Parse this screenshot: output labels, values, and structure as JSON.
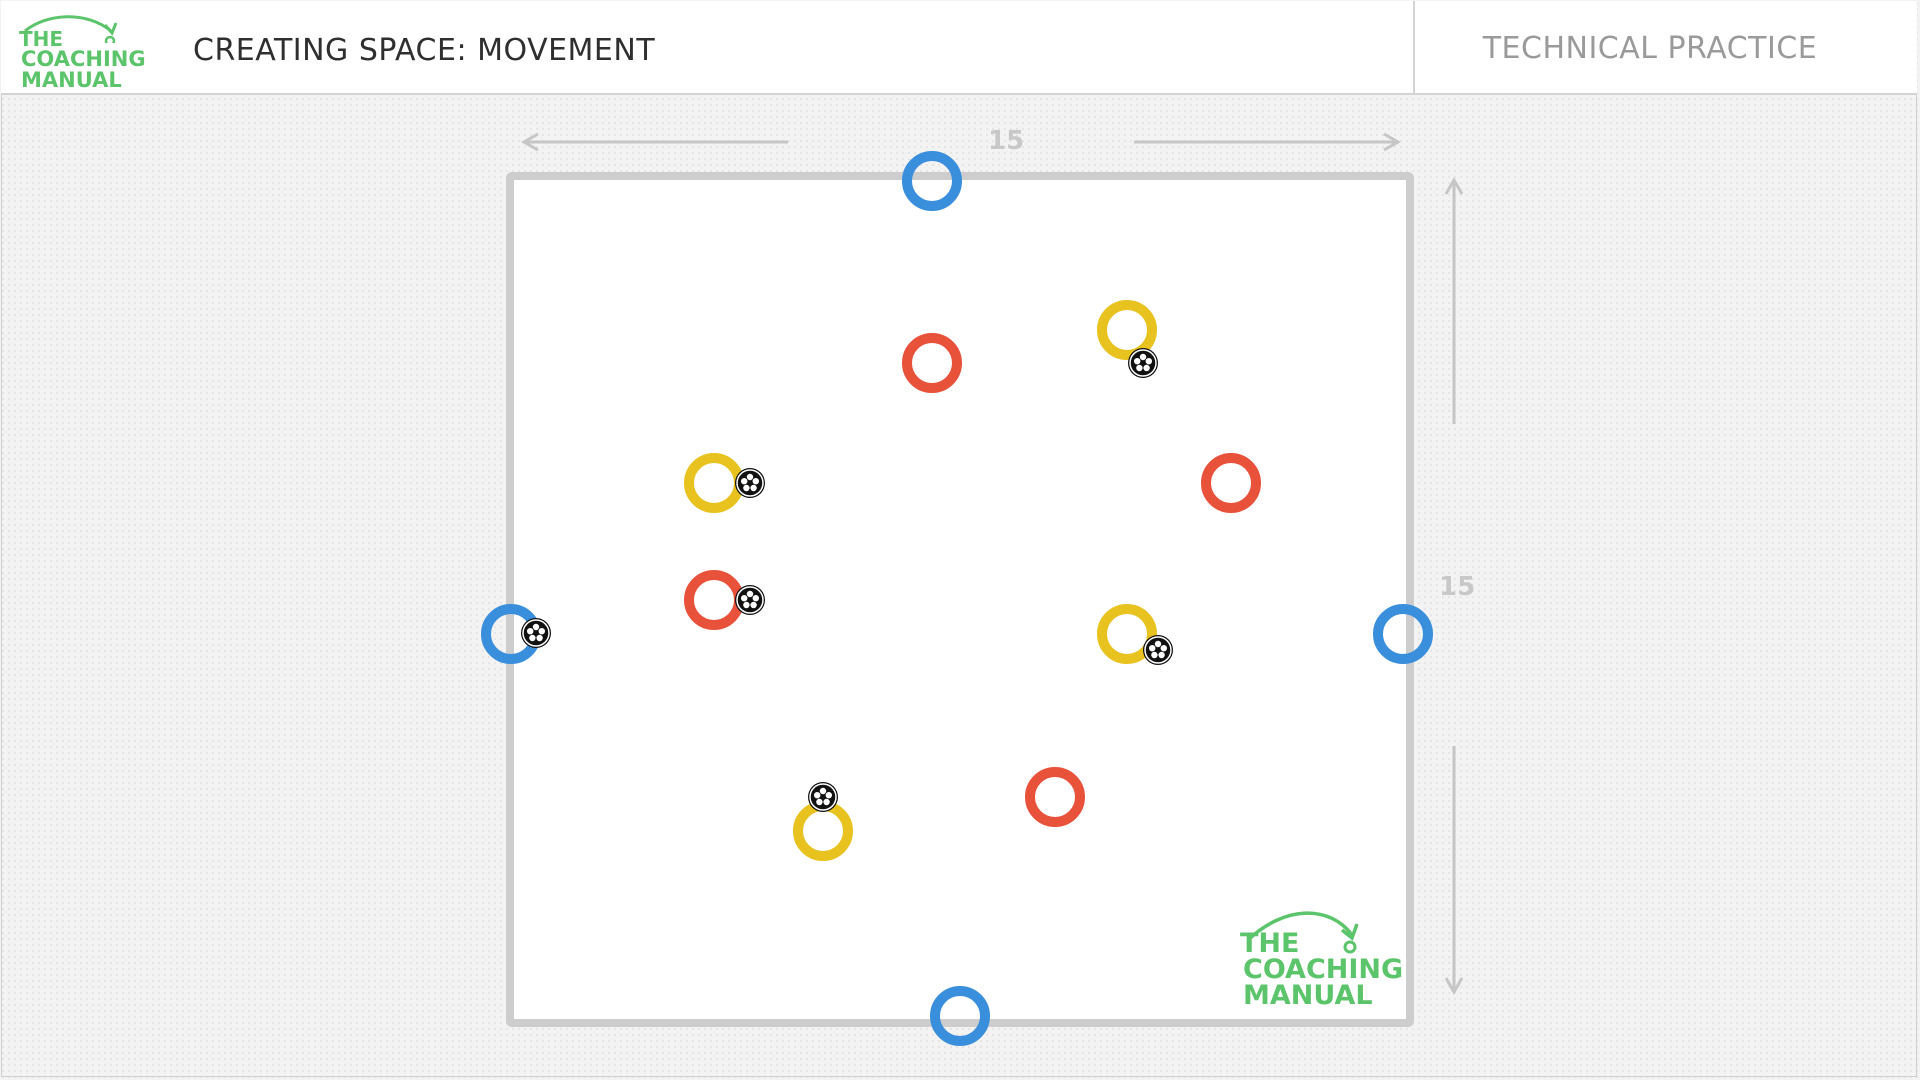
{
  "header": {
    "logo_lines": [
      "THE",
      "COACHING",
      "MANUAL"
    ],
    "title": "CREATING SPACE: MOVEMENT",
    "practice_type": "TECHNICAL PRACTICE"
  },
  "dimensions": {
    "width_label": "15",
    "height_label": "15"
  },
  "watermark_logo_lines": [
    "THE",
    "COACHING",
    "MANUAL"
  ],
  "colors": {
    "blue_team": "#3a8fdc",
    "red_team": "#e8513a",
    "yellow_team": "#e8c21e",
    "brand_green": "#5cc46a",
    "pitch_line": "#cdcdcd",
    "dimension_arrow": "#c6c6c6",
    "ball": "#111111"
  }
}
